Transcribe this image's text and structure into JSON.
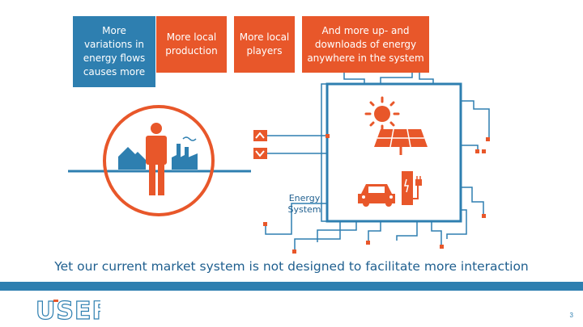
{
  "boxes": {
    "variations": "More variations in energy flows causes more",
    "local_production": "More local production",
    "local_players": "More local players",
    "up_downloads": "And more up- and downloads of energy anywhere in the system"
  },
  "energy_system_label": "Energy System",
  "caption": "Yet our current market system is not designed to facilitate more interaction",
  "logo_text": "USEF",
  "page_number": "3",
  "colors": {
    "blue": "#2e7fb0",
    "orange": "#e8572a",
    "dark_blue": "#1f5f8f"
  },
  "icons": [
    "person-icon",
    "houses-icon",
    "factory-icon",
    "sun-icon",
    "solar-panel-icon",
    "car-icon",
    "charging-station-icon",
    "arrow-up-icon",
    "arrow-down-icon"
  ]
}
